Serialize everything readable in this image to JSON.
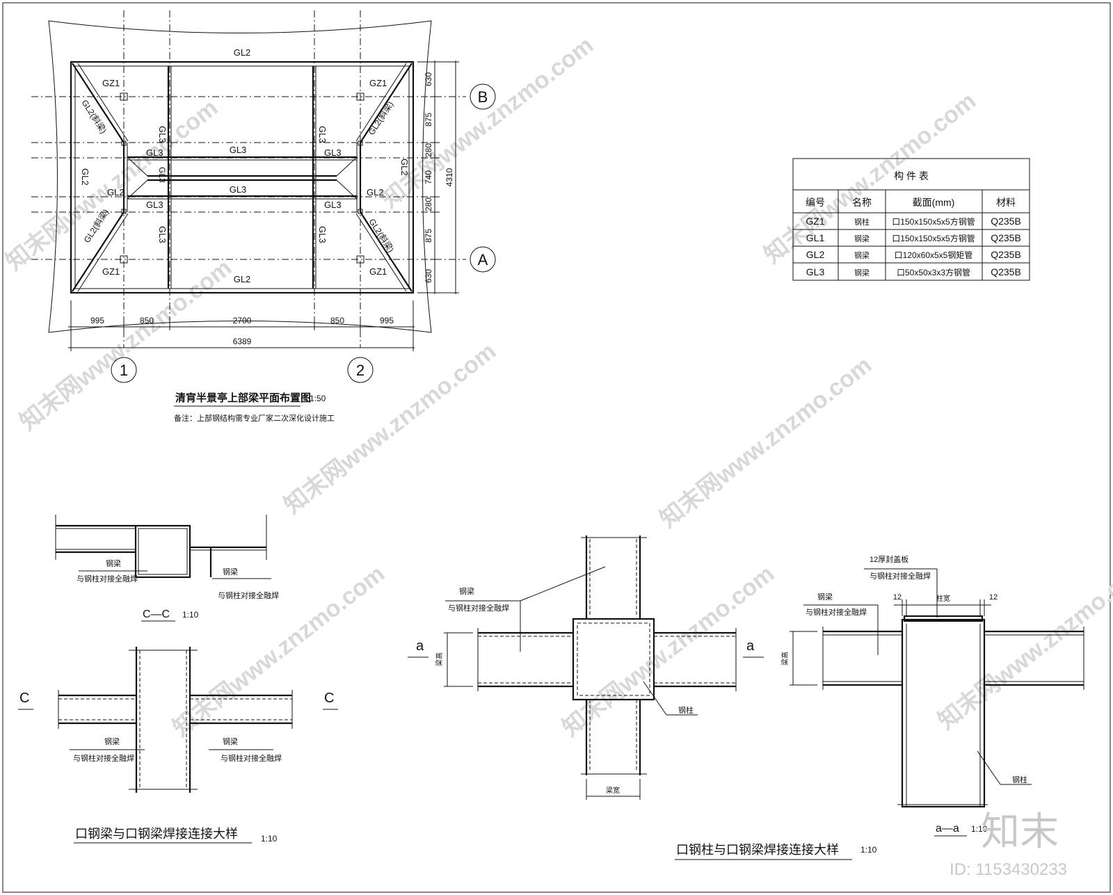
{
  "plan": {
    "title": "清宵半景亭上部梁平面布置图",
    "scale": "1:50",
    "note": "备注：上部钢结构需专业厂家二次深化设计施工",
    "labels": {
      "gl2_top": "GL2",
      "gl2_bottom": "GL2",
      "gl2_left": "GL2",
      "gl2_right": "GL2",
      "gz1_tl": "GZ1",
      "gz1_tr": "GZ1",
      "gz1_bl": "GZ1",
      "gz1_br": "GZ1",
      "gl2_diag_tl": "GL2(斜梁)",
      "gl2_diag_tr": "GL2(斜梁)",
      "gl2_diag_bl": "GL2(斜梁)",
      "gl2_diag_br": "GL2(斜梁)",
      "gl3_v_tl": "GL3",
      "gl3_v_tr": "GL3",
      "gl3_v_bl": "GL3",
      "gl3_v_br": "GL3",
      "gl3_h_top": "GL3",
      "gl3_h_bottom": "GL3",
      "gl3_top_left": "GL3",
      "gl3_top_right": "GL3",
      "gl3_bot_left": "GL3",
      "gl3_bot_right": "GL3",
      "gl3_mid": "GL3",
      "gl2_mid_left": "GL2",
      "gl2_mid_right": "GL2"
    },
    "dims_bottom": [
      "995",
      "850",
      "2700",
      "850",
      "995"
    ],
    "dim_total_bottom": "6389",
    "dims_right": [
      "630",
      "875",
      "280",
      "740",
      "280",
      "875",
      "630"
    ],
    "dim_total_right": "4310",
    "axis_1": "1",
    "axis_2": "2",
    "axis_A": "A",
    "axis_B": "B"
  },
  "table": {
    "title": "构 件 表",
    "headers": [
      "编号",
      "名称",
      "截面(mm)",
      "材料"
    ],
    "rows": [
      [
        "GZ1",
        "钢柱",
        "口150x150x5x5方钢管",
        "Q235B"
      ],
      [
        "GL1",
        "钢梁",
        "口150x150x5x5方钢管",
        "Q235B"
      ],
      [
        "GL2",
        "钢梁",
        "口120x60x5x5钢矩管",
        "Q235B"
      ],
      [
        "GL3",
        "钢梁",
        "口50x50x3x3方钢管",
        "Q235B"
      ]
    ]
  },
  "detail_left": {
    "section_label": "C—C",
    "section_scale": "1:10",
    "cut_left": "C",
    "cut_right": "C",
    "beam": "钢梁",
    "weld": "与钢柱对接全融焊",
    "title": "口钢梁与口钢梁焊接连接大样",
    "scale": "1:10"
  },
  "detail_right": {
    "beam": "钢梁",
    "weld": "与钢柱对接全融焊",
    "column": "钢柱",
    "cut_left": "a",
    "cut_right": "a",
    "beam_height": "梁高",
    "beam_width": "梁宽",
    "cap_plate": "12厚封盖板",
    "col_width": "柱宽",
    "twelve": "12",
    "section_label": "a—a",
    "section_scale": "1:10",
    "title": "口钢柱与口钢梁焊接连接大样",
    "scale": "1:10"
  },
  "watermark": {
    "text": "知末网www.znzmo.com",
    "logo": "知末",
    "id": "ID: 1153430233"
  }
}
